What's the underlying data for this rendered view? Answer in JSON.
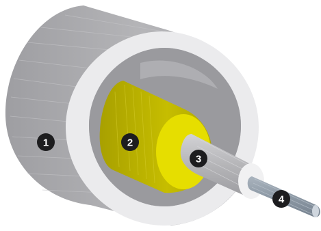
{
  "diagram": {
    "callouts": [
      {
        "id": "outer-shell",
        "label": "1"
      },
      {
        "id": "yellow-layer",
        "label": "2"
      },
      {
        "id": "inner-jacket",
        "label": "3"
      },
      {
        "id": "core-rod",
        "label": "4"
      }
    ],
    "colors": {
      "outer_body": "#a7a7aa",
      "outer_body_light": "#c9c9cc",
      "outer_face": "#ebebed",
      "cavity": "#8f8f93",
      "yellow_body": "#b9b100",
      "yellow_face": "#e6de00",
      "jacket_body": "#b8b8bb",
      "jacket_face": "#f1f1f2",
      "rod_body": "#8f9ba7",
      "rod_face": "#cfd6de",
      "callout_fill": "#1d1d1f",
      "callout_text": "#ffffff"
    }
  }
}
